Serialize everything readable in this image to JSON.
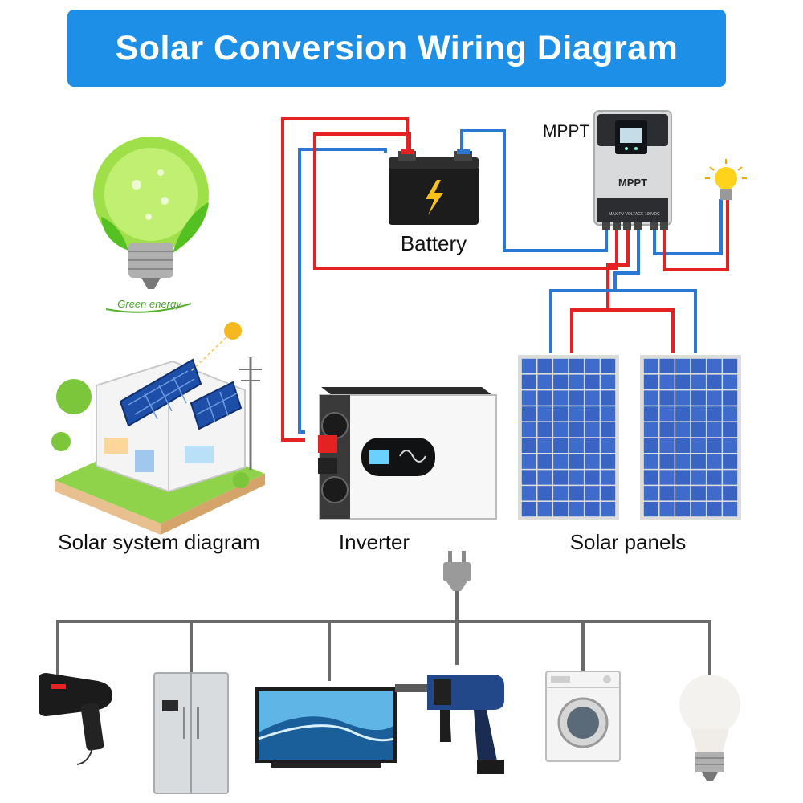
{
  "title": "Solar Conversion Wiring Diagram",
  "labels": {
    "mppt": "MPPT",
    "mppt_device": "MPPT",
    "battery": "Battery",
    "inverter": "Inverter",
    "solar_panels": "Solar panels",
    "solar_system": "Solar system diagram",
    "green_energy": "Green energy"
  },
  "colors": {
    "title_bg": "#1e8fe6",
    "positive_wire": "#e52222",
    "negative_wire": "#2a78d4",
    "load_bus": "#6a6a6a"
  },
  "loads": [
    "hair-dryer",
    "refrigerator",
    "television",
    "power-drill",
    "washing-machine",
    "light-bulb"
  ]
}
